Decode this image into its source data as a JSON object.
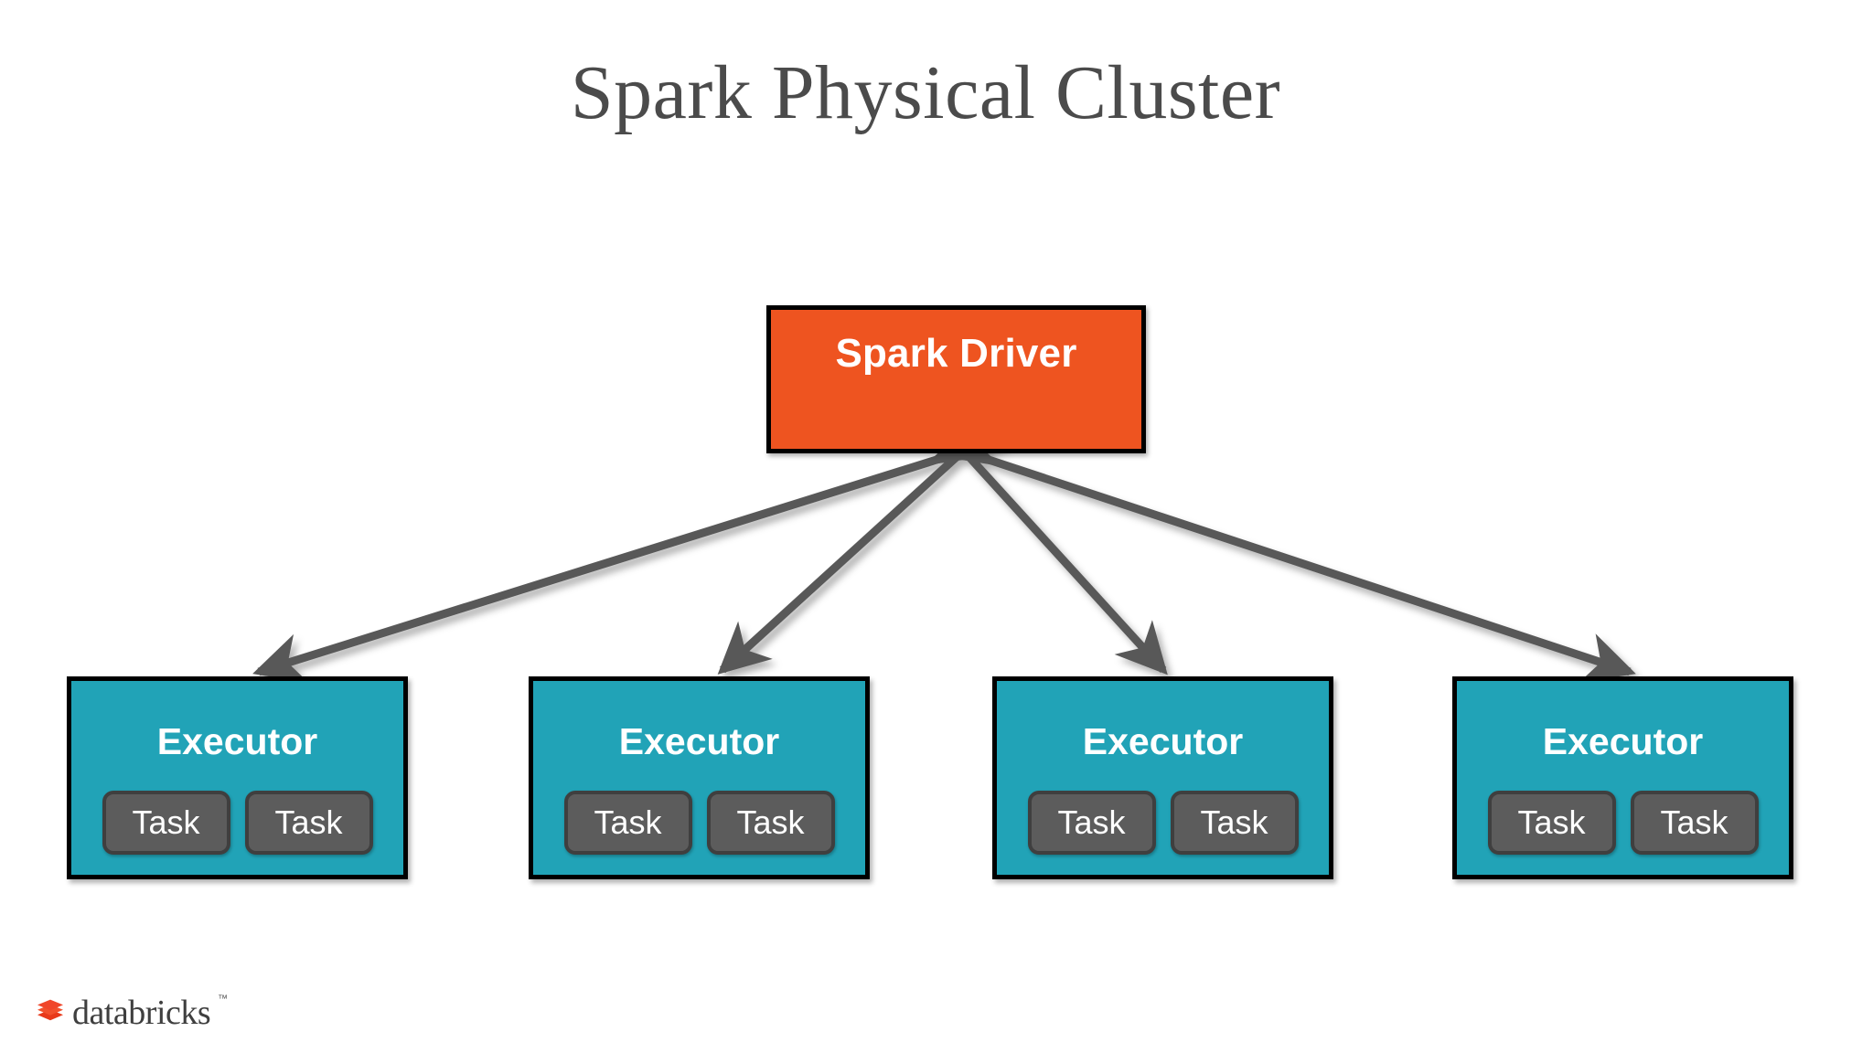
{
  "slide": {
    "title": "Spark Physical Cluster",
    "background_color": "#ffffff",
    "title_color": "#4b4b4b"
  },
  "diagram": {
    "type": "node-link",
    "driver": {
      "label": "Spark Driver",
      "fill_color": "#ee5420",
      "border_color": "#000000",
      "text_color": "#ffffff"
    },
    "executor_style": {
      "fill_color": "#21a3b7",
      "border_color": "#000000",
      "text_color": "#ffffff"
    },
    "task_style": {
      "fill_color": "#5c5c5c",
      "border_color": "#3f3f3f",
      "text_color": "#ffffff"
    },
    "connector_style": {
      "color": "#595959",
      "arrowheads": "both",
      "count": 4
    },
    "executors": [
      {
        "label": "Executor",
        "tasks": [
          {
            "label": "Task"
          },
          {
            "label": "Task"
          }
        ]
      },
      {
        "label": "Executor",
        "tasks": [
          {
            "label": "Task"
          },
          {
            "label": "Task"
          }
        ]
      },
      {
        "label": "Executor",
        "tasks": [
          {
            "label": "Task"
          },
          {
            "label": "Task"
          }
        ]
      },
      {
        "label": "Executor",
        "tasks": [
          {
            "label": "Task"
          },
          {
            "label": "Task"
          }
        ]
      }
    ]
  },
  "logo": {
    "wordmark": "databricks",
    "trademark": "™",
    "mark_color": "#f0462a",
    "mark_name": "databricks-stacked-blocks-icon"
  }
}
